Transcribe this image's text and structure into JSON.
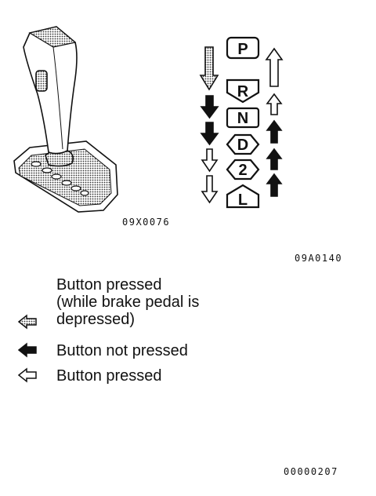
{
  "figure": {
    "shifter_code": "09X0076",
    "diagram_code": "09A0140",
    "page_code": "00000207"
  },
  "gear_positions": [
    "P",
    "R",
    "N",
    "D",
    "2",
    "L"
  ],
  "legend": [
    {
      "icon": "dotted-arrow-icon",
      "lines": [
        "Button pressed",
        "(while brake pedal is",
        "depressed)"
      ]
    },
    {
      "icon": "solid-arrow-icon",
      "lines": [
        "Button not pressed"
      ]
    },
    {
      "icon": "outline-arrow-icon",
      "lines": [
        "Button pressed"
      ]
    }
  ],
  "colors": {
    "ink": "#111111",
    "paper": "#ffffff",
    "dotted_fill": "#9a9a9a"
  }
}
